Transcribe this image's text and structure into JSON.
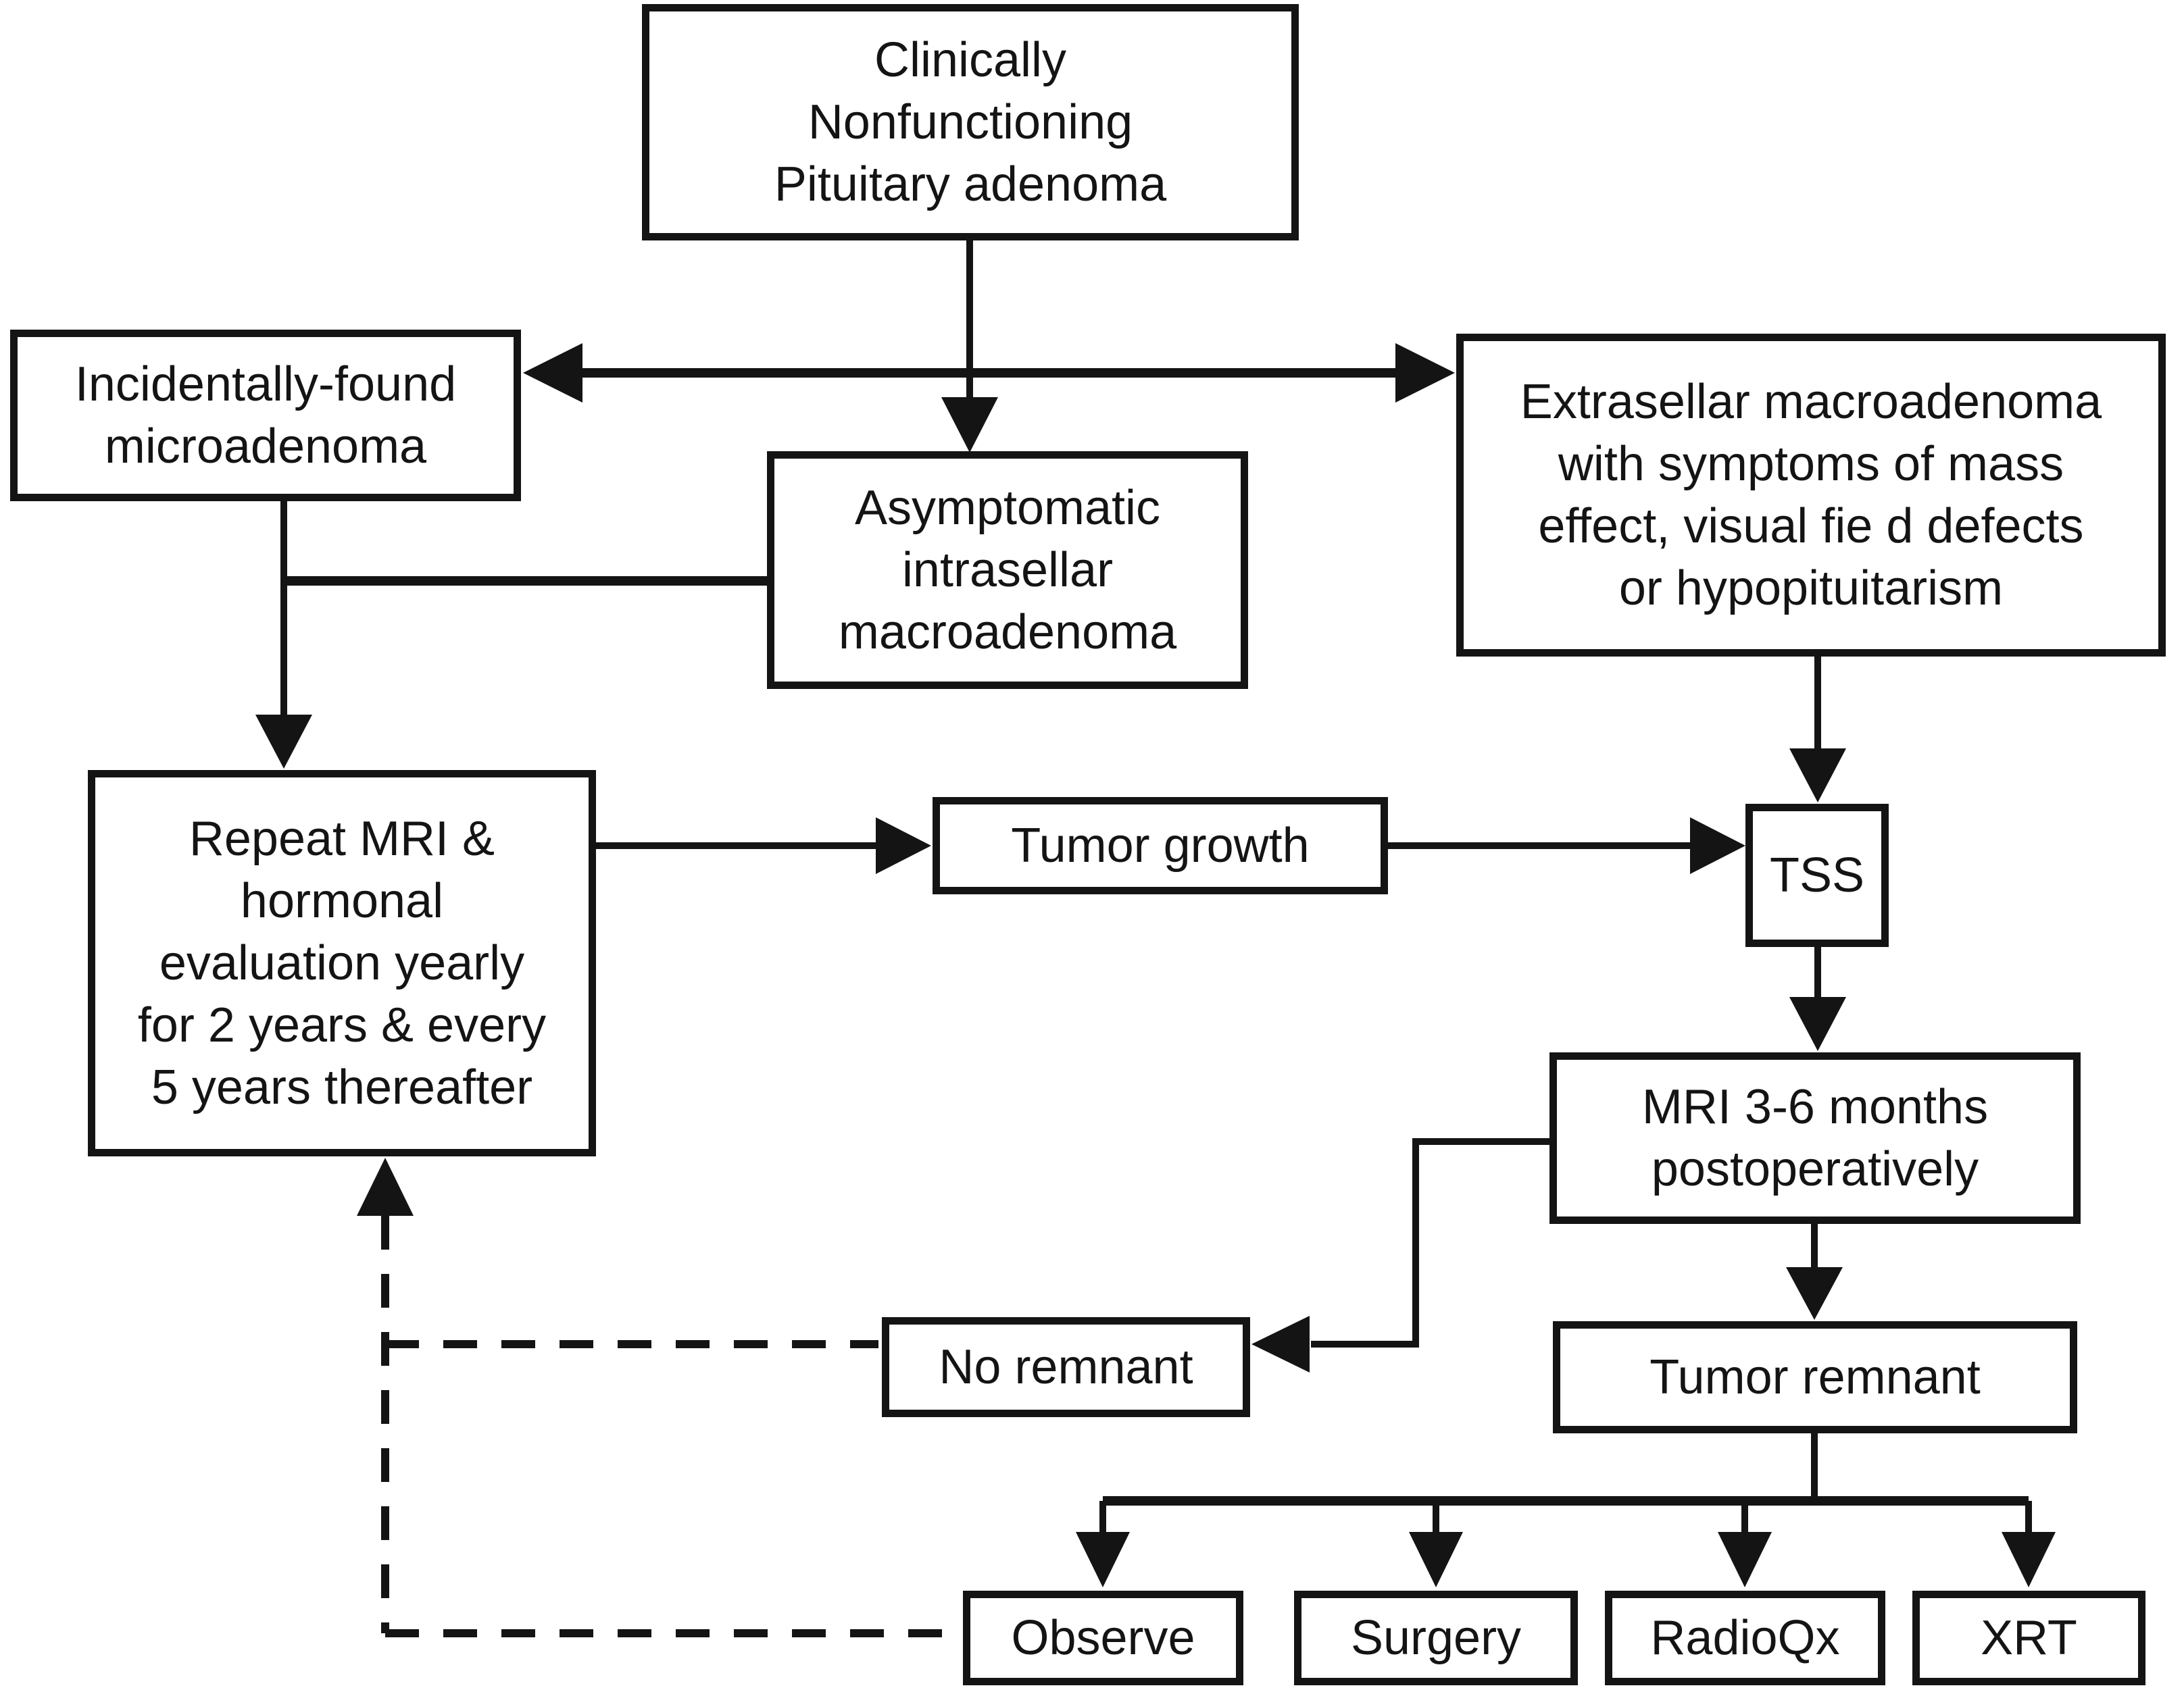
{
  "diagram": {
    "background_color": "#ffffff",
    "line_color": "#141414",
    "box_fill_color": "#ffffff",
    "text_color": "#141414",
    "nodes": {
      "clinically_nonfunctioning": {
        "label": "Clinically\nNonfunctioning\nPituitary adenoma"
      },
      "incidentally_found": {
        "label": "Incidentally-found\nmicroadenoma"
      },
      "asymptomatic_intrasellar": {
        "label": "Asymptomatic\nintrasellar\nmacroadenoma"
      },
      "extrasellar_macroadenoma": {
        "label": "Extrasellar macroadenoma\nwith symptoms of mass\neffect, visual fie d defects\nor hypopituitarism"
      },
      "repeat_mri": {
        "label": "Repeat MRI &\nhormonal\nevaluation yearly\nfor 2 years & every\n5 years thereafter"
      },
      "tumor_growth": {
        "label": "Tumor growth"
      },
      "tss": {
        "label": "TSS"
      },
      "mri_postop": {
        "label": "MRI 3-6 months\npostoperatively"
      },
      "no_remnant": {
        "label": "No remnant"
      },
      "tumor_remnant": {
        "label": "Tumor remnant"
      },
      "observe": {
        "label": "Observe"
      },
      "surgery": {
        "label": "Surgery"
      },
      "radioqx": {
        "label": "RadioQx"
      },
      "xrt": {
        "label": "XRT"
      }
    }
  }
}
